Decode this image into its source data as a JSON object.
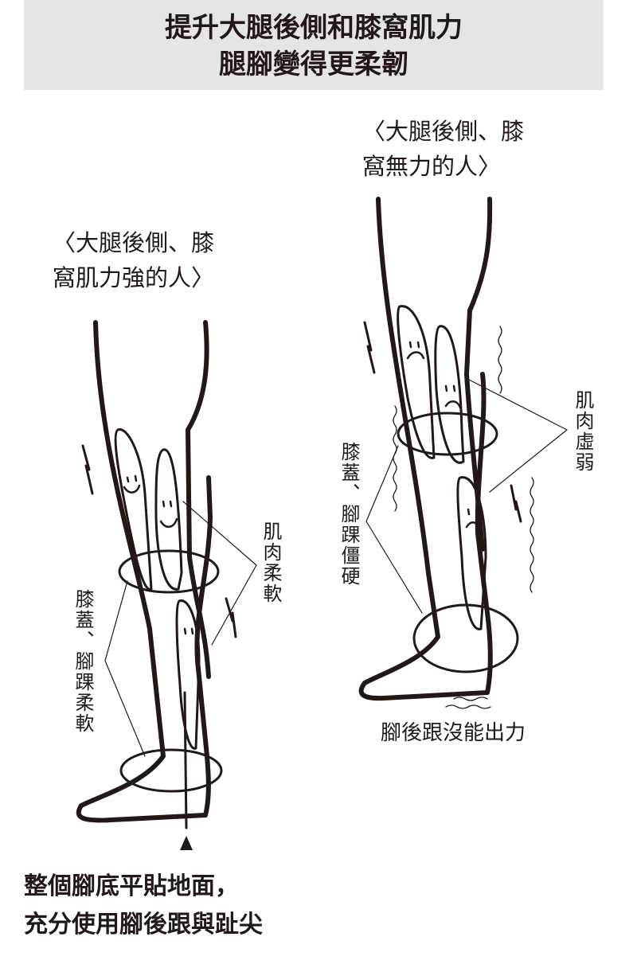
{
  "title": {
    "line1": "提升大腿後側和膝窩肌力",
    "line2": "腿腳變得更柔韌"
  },
  "left": {
    "heading_line1": "〈大腿後側、膝",
    "heading_line2": "窩肌力強的人〉",
    "muscle_label": "肌肉柔軟",
    "joint_label": "膝蓋、腳踝柔軟"
  },
  "right": {
    "heading_line1": "〈大腿後側、膝",
    "heading_line2": "窩無力的人〉",
    "muscle_label": "肌肉虛弱",
    "joint_label": "膝蓋、腳踝僵硬",
    "heel_label": "腳後跟沒能出力"
  },
  "caption": {
    "line1": "整個腳底平貼地面，",
    "line2": "充分使用腳後跟與趾尖"
  }
}
